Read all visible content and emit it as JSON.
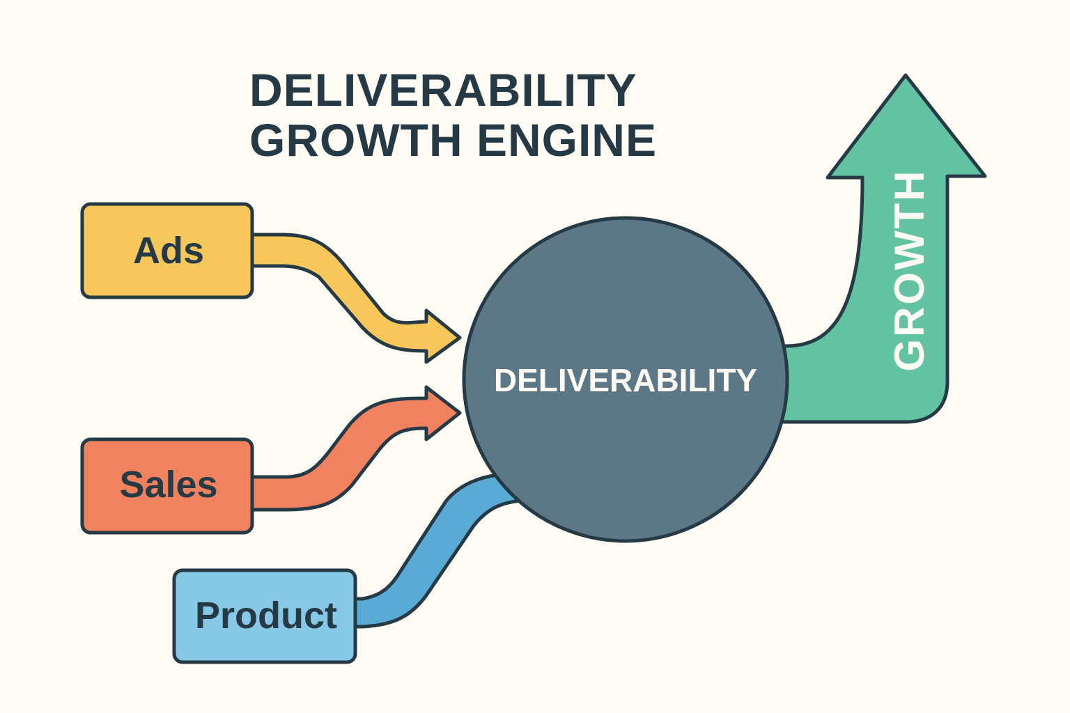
{
  "title": {
    "line1": "DELIVERABILITY",
    "line2": "GROWTH ENGINE"
  },
  "inputs": [
    {
      "label": "Ads",
      "color": "#f8c75c",
      "target": "DELIVERABILITY"
    },
    {
      "label": "Sales",
      "color": "#f0825f",
      "target": "DELIVERABILITY"
    },
    {
      "label": "Product",
      "color": "#87c8e6",
      "flow_color": "#5aaad6",
      "target": "DELIVERABILITY"
    }
  ],
  "hub": {
    "label": "DELIVERABILITY",
    "color": "#5c7785"
  },
  "output": {
    "label": "GROWTH",
    "color": "#62c2a2"
  },
  "colors": {
    "background": "#fdfbf4",
    "outline": "#263a45",
    "text_dark": "#263a45",
    "text_light": "#fdfbf4"
  }
}
